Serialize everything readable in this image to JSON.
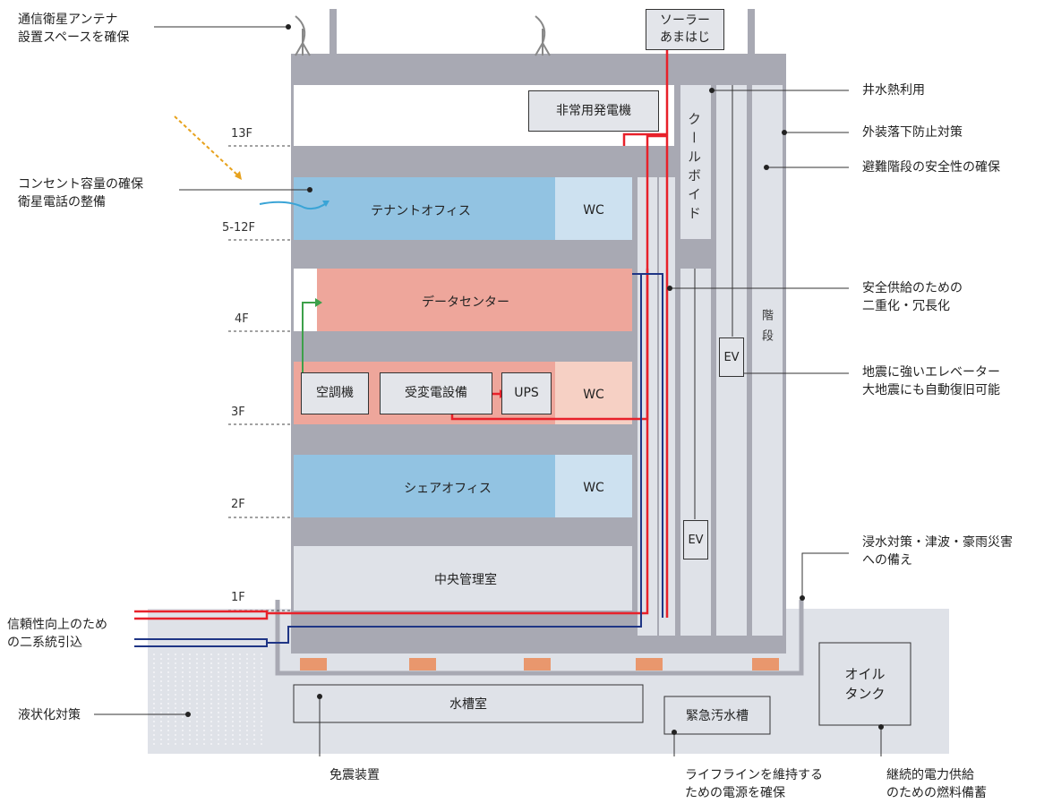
{
  "annotations": {
    "satellite_antenna": "通信衛星アンテナ\n設置スペースを確保",
    "outlet_capacity": "コンセント容量の確保\n衛星電話の整備",
    "dual_line": "信頼性向上のため\nの二系統引込",
    "liquefaction": "液状化対策",
    "seismic_isolation": "免震装置",
    "power_for_lifeline": "ライフラインを維持する\nための電源を確保",
    "continuous_power": "継続的電力供給\nのための燃料備蓄",
    "well_water": "井水熱利用",
    "exterior_fall": "外装落下防止対策",
    "evac_stairs": "避難階段の安全性の確保",
    "redundancy": "安全供給のための\n二重化・冗長化",
    "elevator": "地震に強いエレベーター\n大地震にも自動復旧可能",
    "flood": "浸水対策・津波・豪雨災害\nへの備え"
  },
  "floors": {
    "f13": "13F",
    "f5_12": "5-12F",
    "f4": "4F",
    "f3": "3F",
    "f2": "2F",
    "f1": "1F"
  },
  "rooms": {
    "tenant_office": "テナントオフィス",
    "wc": "WC",
    "data_center": "データセンター",
    "air_conditioner": "空調機",
    "substation": "受変電設備",
    "ups": "UPS",
    "share_office": "シェアオフィス",
    "central_control": "中央管理室",
    "water_tank_room": "水槽室",
    "emergency_sewage": "緊急汚水槽",
    "oil_tank": "オイル\nタンク",
    "emergency_generator": "非常用発電機",
    "solar": "ソーラー\nあまはじ",
    "cool_void": "クールボイド",
    "stairs": "階段",
    "ev": "EV"
  },
  "colors": {
    "structure": "#a8a9b3",
    "light_panel": "#dfe2e8",
    "office_blue": "#92c3e2",
    "wc_blue": "#cde1f0",
    "data_red": "#eea69b",
    "wc_pink": "#f6d0c4",
    "power_red": "#e8212a",
    "comm_blue": "#1f3585",
    "hvac_green": "#3da04a",
    "sun_orange": "#e7a21d",
    "isolator": "#e9976d"
  }
}
